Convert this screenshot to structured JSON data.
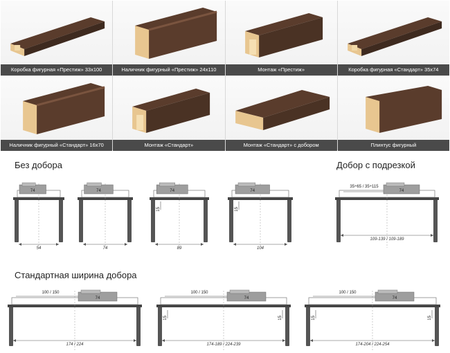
{
  "products": [
    {
      "caption": "Коробка фигурная «Престиж» 33x100",
      "icon": "frame-profile-icon"
    },
    {
      "caption": "Наличник фигурный «Престиж» 24x110",
      "icon": "casing-profile-icon"
    },
    {
      "caption": "Монтаж «Престиж»",
      "icon": "assembly-icon"
    },
    {
      "caption": "Коробка фигурная «Стандарт» 35x74",
      "icon": "frame-profile-icon"
    },
    {
      "caption": "Наличник фигурный «Стандарт» 16x70",
      "icon": "casing-profile-icon"
    },
    {
      "caption": "Монтаж «Стандарт»",
      "icon": "assembly-icon"
    },
    {
      "caption": "Монтаж «Стандарт» с добором",
      "icon": "assembly-extension-icon"
    },
    {
      "caption": "Плинтус фигурный",
      "icon": "baseboard-icon"
    }
  ],
  "sections": {
    "no_extension": "Без добора",
    "extension_cut": "Добор с подрезкой",
    "standard_width": "Стандартная ширина добора"
  },
  "diagrams_row1": [
    {
      "top": "74",
      "bottom": "54",
      "side": ""
    },
    {
      "top": "74",
      "bottom": "74",
      "side": ""
    },
    {
      "top": "74",
      "bottom": "89",
      "side": "15"
    },
    {
      "top": "74",
      "bottom": "104",
      "side": "15"
    }
  ],
  "diagram_cut": {
    "top": "74",
    "range": "35÷65 / 35÷115",
    "bottom": "109-139 / 109-189"
  },
  "diagrams_row2": [
    {
      "ext": "100 / 150",
      "top": "74",
      "bottom": "174 / 224",
      "side": ""
    },
    {
      "ext": "100 / 150",
      "top": "74",
      "bottom": "174-189 / 224-239",
      "side": "15"
    },
    {
      "ext": "100 / 150",
      "top": "74",
      "bottom": "174-204 / 224-254",
      "side": "15"
    }
  ],
  "colors": {
    "wood_dark": "#5a3c2c",
    "wood_light": "#e8c690",
    "frame_gray": "#9e9e9e",
    "caption_bg": "#4a4a4a"
  }
}
